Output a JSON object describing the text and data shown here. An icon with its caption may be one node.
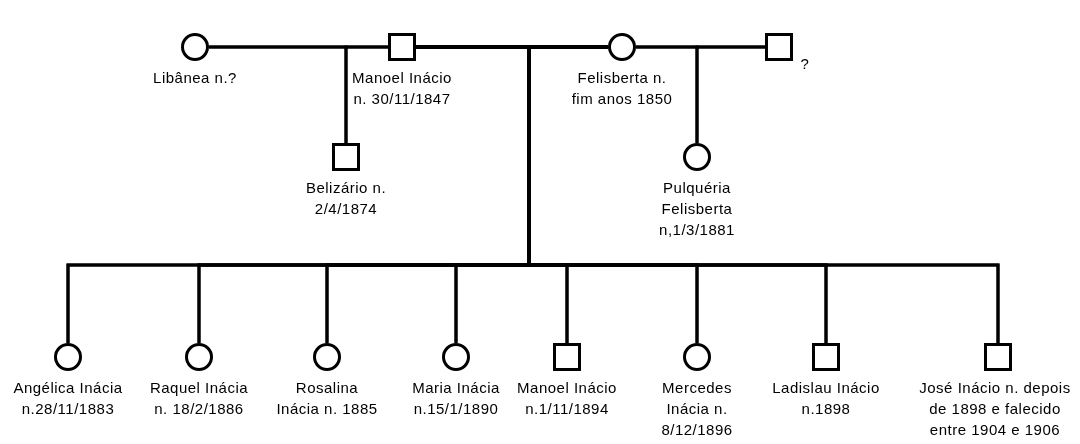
{
  "diagram": {
    "nodes": [
      {
        "text": [],
        "shape": "circle",
        "beside": [
          "Libânea n.?"
        ]
      },
      {
        "text": [],
        "shape": "box",
        "beside": [
          "Manoel Inácio n. 30/11/1847"
        ]
      },
      {
        "text": [],
        "shape": "circle",
        "beside": [
          "Felisberta n. fim anos 1850"
        ]
      },
      {
        "text": [],
        "shape": "box",
        "beside": [
          "?"
        ]
      },
      {
        "text": [],
        "shape": "box",
        "beside": [
          "Belizário n. 2/4/1874"
        ]
      },
      {
        "text": [],
        "shape": "circle",
        "beside": [
          "Pulquéria Felisberta n,1/3/1881"
        ]
      },
      {
        "text": [],
        "shape": "circle",
        "beside": [
          "Angélica Inácia n.28/11/1883"
        ]
      },
      {
        "text": [],
        "shape": "circle",
        "beside": [
          "Raquel Inácia n. 18/2/1886"
        ]
      },
      {
        "text": [],
        "shape": "circle",
        "beside": [
          "Rosalina Inácia n. 1885"
        ]
      },
      {
        "text": [],
        "shape": "circle",
        "beside": [
          "Maria Inácia n.15/1/1890"
        ]
      },
      {
        "text": [],
        "shape": "box",
        "beside": [
          "Manoel Inácio n.1/11/1894"
        ]
      },
      {
        "text": [],
        "shape": "circle",
        "beside": [
          "Mercedes Inácia n. 8/12/1896"
        ]
      },
      {
        "text": [],
        "shape": "box",
        "beside": [
          "Ladislau Inácio n.1898"
        ]
      },
      {
        "text": [],
        "shape": "box",
        "beside": [
          "José Inácio n. depois de 1898 e falecido entre 1904 e 1906"
        ]
      }
    ],
    "edges": [
      {
        "from": 0,
        "to": 1,
        "arrow": "none"
      },
      {
        "from": 1,
        "to": 2,
        "arrow": "none"
      },
      {
        "from": 2,
        "to": 3,
        "arrow": "none"
      },
      {
        "from": 0,
        "to": 4,
        "arrow": "none"
      },
      {
        "from": 1,
        "to": 4,
        "arrow": "none"
      },
      {
        "from": 2,
        "to": 5,
        "arrow": "none"
      },
      {
        "from": 3,
        "to": 5,
        "arrow": "none"
      },
      {
        "from": 1,
        "to": 6,
        "arrow": "none"
      },
      {
        "from": 2,
        "to": 6,
        "arrow": "none"
      },
      {
        "from": 1,
        "to": 7,
        "arrow": "none"
      },
      {
        "from": 2,
        "to": 7,
        "arrow": "none"
      },
      {
        "from": 1,
        "to": 8,
        "arrow": "none"
      },
      {
        "from": 2,
        "to": 8,
        "arrow": "none"
      },
      {
        "from": 1,
        "to": 9,
        "arrow": "none"
      },
      {
        "from": 2,
        "to": 9,
        "arrow": "none"
      },
      {
        "from": 1,
        "to": 10,
        "arrow": "none"
      },
      {
        "from": 2,
        "to": 10,
        "arrow": "none"
      },
      {
        "from": 1,
        "to": 11,
        "arrow": "none"
      },
      {
        "from": 2,
        "to": 11,
        "arrow": "none"
      },
      {
        "from": 1,
        "to": 12,
        "arrow": "none"
      },
      {
        "from": 2,
        "to": 12,
        "arrow": "none"
      },
      {
        "from": 1,
        "to": 13,
        "arrow": "none"
      },
      {
        "from": 2,
        "to": 13,
        "arrow": "none"
      }
    ]
  }
}
